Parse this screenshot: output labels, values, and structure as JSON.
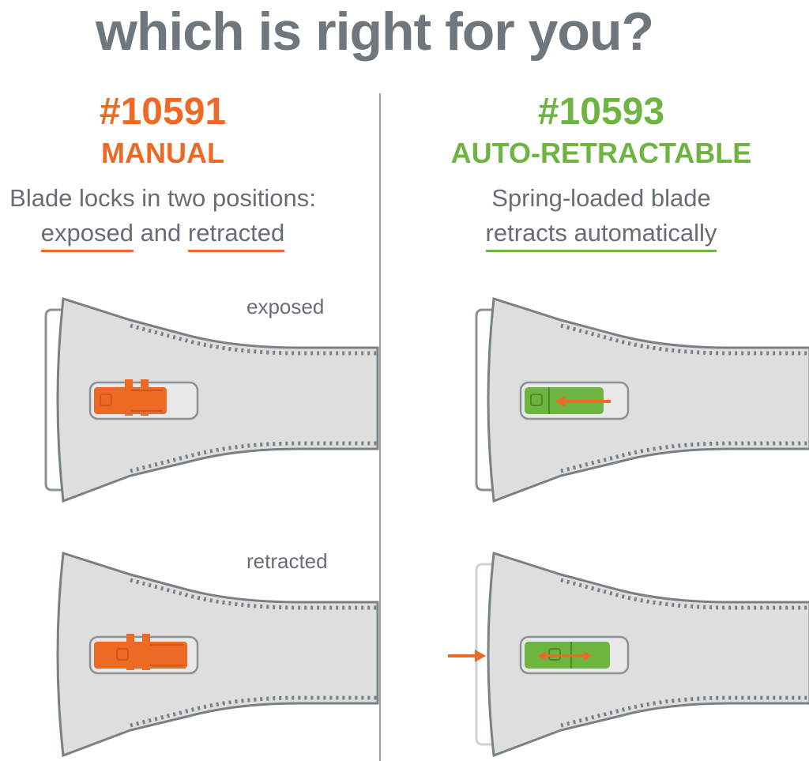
{
  "headline": "which is right for you?",
  "colors": {
    "text": "#676e73",
    "headline": "#6f777c",
    "manual": "#ee6a24",
    "auto": "#6eb441",
    "tool_body": "#dcdcdc",
    "tool_outline": "#6f777c"
  },
  "manual": {
    "model_number": "#10591",
    "type": "MANUAL",
    "description_line1": "Blade locks in two positions:",
    "description_line2": {
      "word1": "exposed",
      "joiner": " and ",
      "word2": "retracted"
    },
    "state_exposed": "exposed",
    "state_retracted": "retracted"
  },
  "auto": {
    "model_number": "#10593",
    "type": "AUTO-RETRACTABLE",
    "description_line1": "Spring-loaded blade",
    "description_line2": "retracts automatically"
  }
}
